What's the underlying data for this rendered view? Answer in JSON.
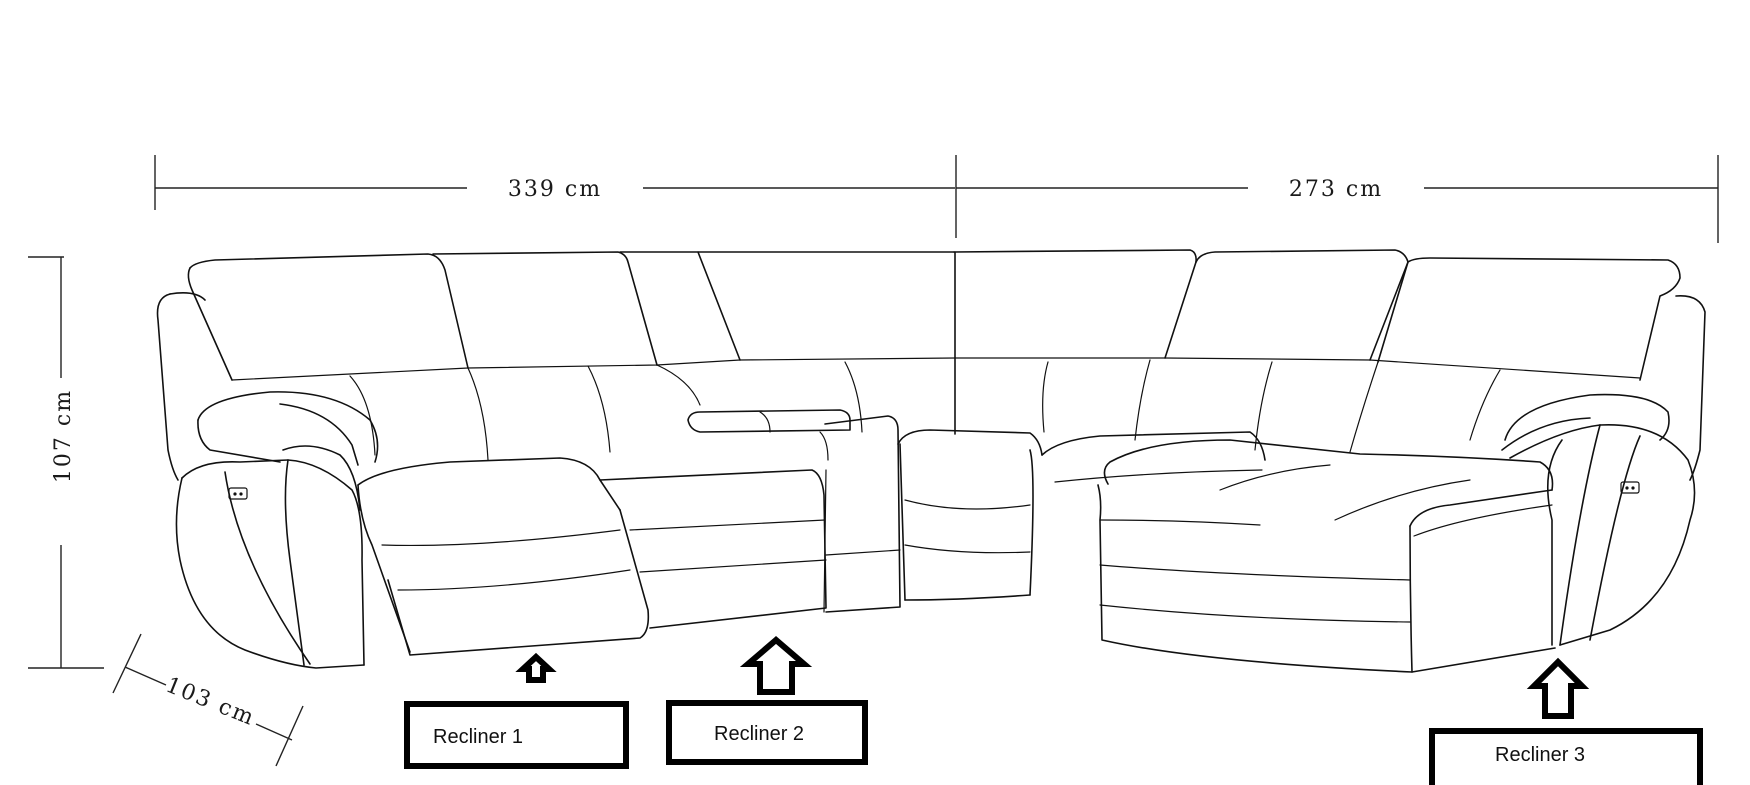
{
  "dimensions": {
    "width_left": "339 cm",
    "width_right": "273 cm",
    "height": "107 cm",
    "depth": "103 cm"
  },
  "labels": {
    "recliner_1": "Recliner 1",
    "recliner_2": "Recliner 2",
    "recliner_3": "Recliner 3"
  },
  "colors": {
    "line": "#111111",
    "background": "#ffffff"
  }
}
